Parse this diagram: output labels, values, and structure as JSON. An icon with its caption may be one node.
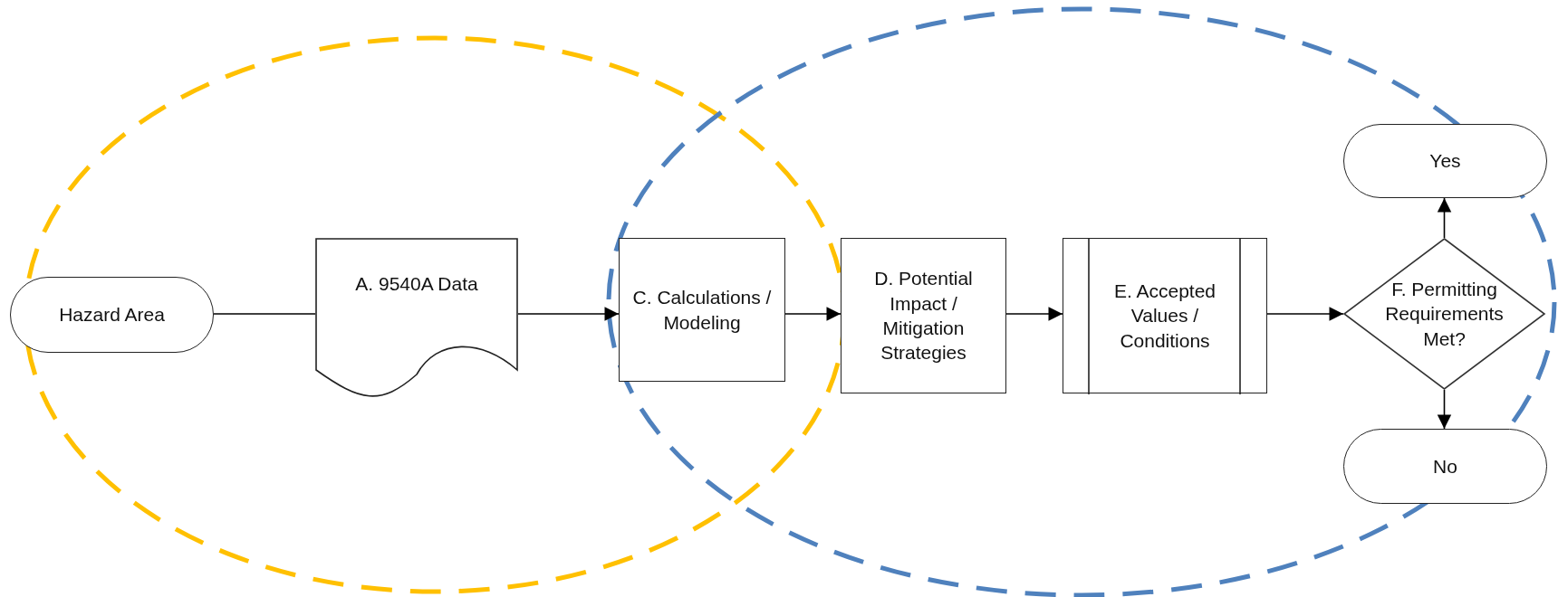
{
  "diagram": {
    "nodes": [
      {
        "text": [
          "Hazard Area"
        ]
      },
      {
        "text": [
          "A. 9540A Data"
        ]
      },
      {
        "text": [
          "C. Calculations / Modeling"
        ]
      },
      {
        "text": [
          "D. Potential Impact / Mitigation Strategies"
        ]
      },
      {
        "text": [
          "E. Accepted Values / Conditions"
        ]
      },
      {
        "text": [
          "F. Permitting Requirements Met?"
        ]
      },
      {
        "text": [
          "Yes"
        ]
      },
      {
        "text": [
          "No"
        ]
      }
    ],
    "edges": [
      {
        "from": 0,
        "to": 1,
        "arrow": "none"
      },
      {
        "from": 1,
        "to": 2,
        "arrow": "to"
      },
      {
        "from": 2,
        "to": 3,
        "arrow": "to"
      },
      {
        "from": 3,
        "to": 4,
        "arrow": "to"
      },
      {
        "from": 4,
        "to": 5,
        "arrow": "to"
      },
      {
        "from": 5,
        "to": 6,
        "arrow": "to"
      },
      {
        "from": 5,
        "to": 7,
        "arrow": "to"
      }
    ]
  }
}
